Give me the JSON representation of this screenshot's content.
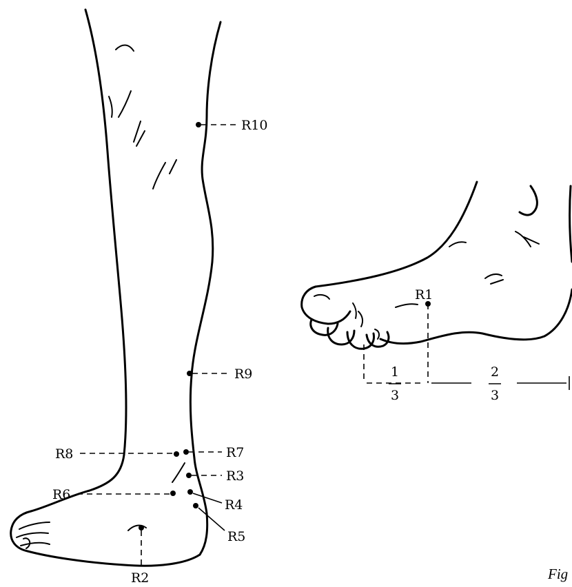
{
  "points": {
    "r1": "R1",
    "r2": "R2",
    "r3": "R3",
    "r4": "R4",
    "r5": "R5",
    "r6": "R6",
    "r7": "R7",
    "r8": "R8",
    "r9": "R9",
    "r10": "R10"
  },
  "proportions": {
    "left_num": "1",
    "left_den": "3",
    "right_num": "2",
    "right_den": "3"
  },
  "caption": "Fig"
}
